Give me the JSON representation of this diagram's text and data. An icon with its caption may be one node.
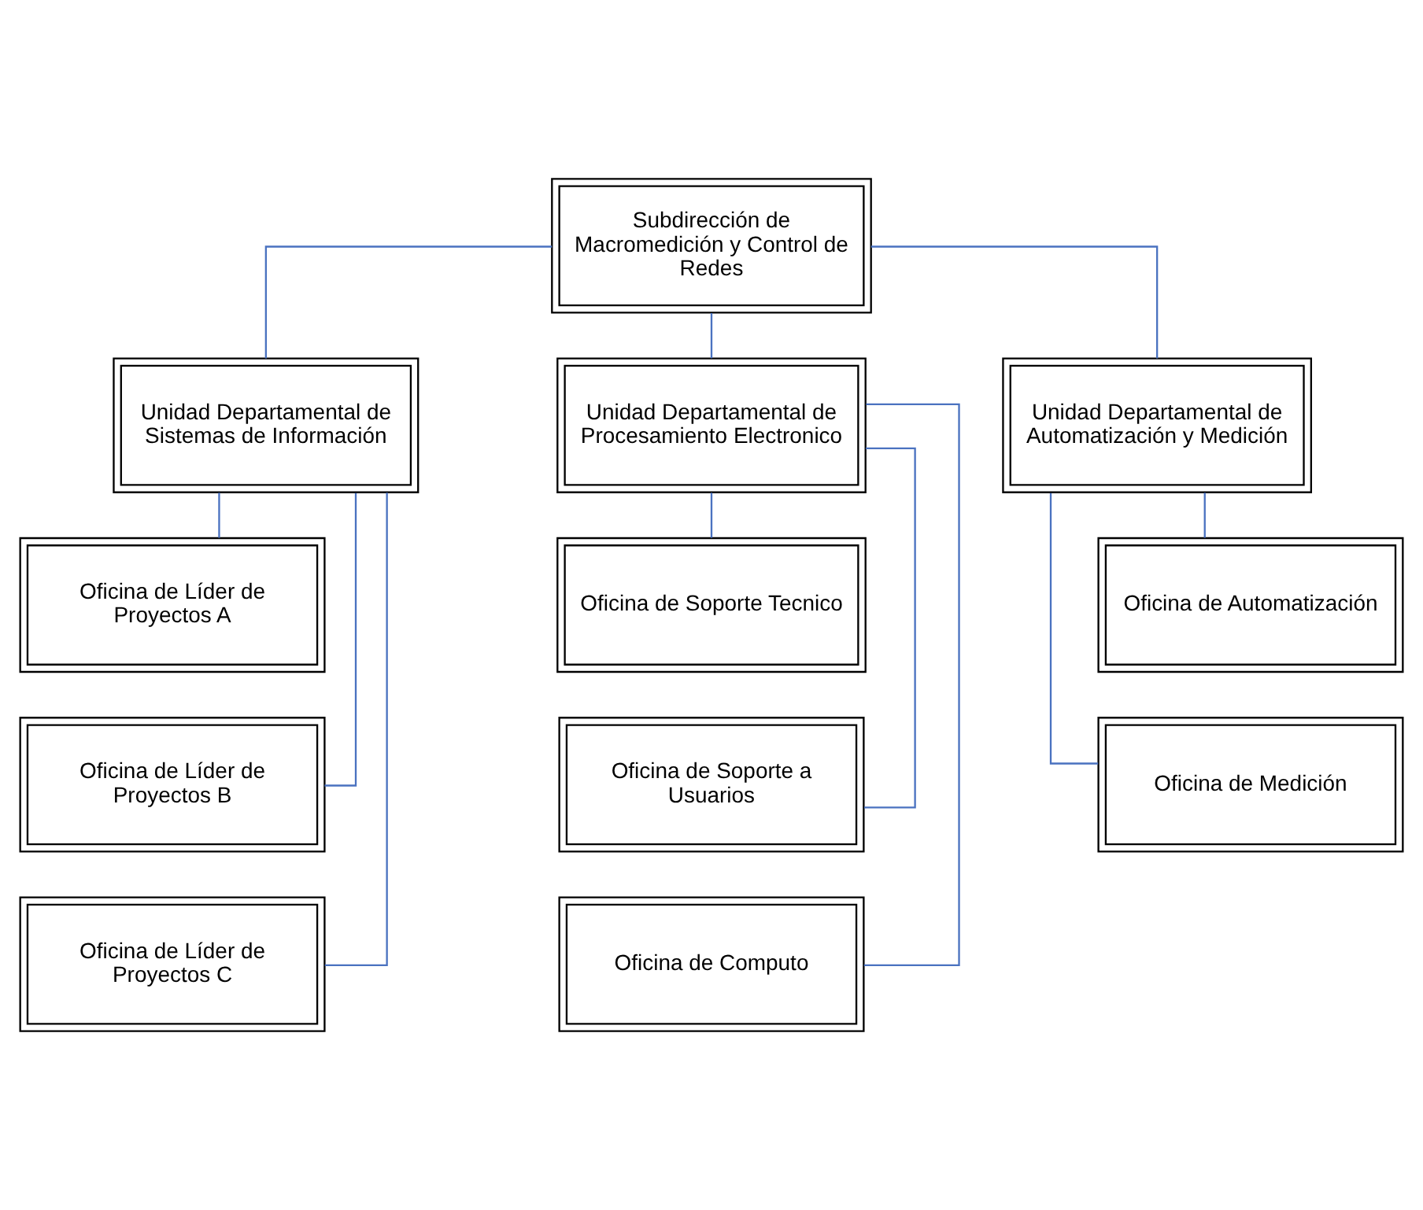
{
  "diagram": {
    "nodes": [
      {
        "text": [
          "Subdirección de Macromedición y Control de Redes"
        ]
      },
      {
        "text": [
          "Unidad Departamental de Sistemas de Información"
        ]
      },
      {
        "text": [
          "Unidad Departamental de Procesamiento Electronico"
        ]
      },
      {
        "text": [
          "Unidad Departamental de Automatización y Medición"
        ]
      },
      {
        "text": [
          "Oficina de Líder de Proyectos A"
        ]
      },
      {
        "text": [
          "Oficina de Líder de Proyectos B"
        ]
      },
      {
        "text": [
          "Oficina de Líder de Proyectos C"
        ]
      },
      {
        "text": [
          "Oficina de Soporte Tecnico"
        ]
      },
      {
        "text": [
          "Oficina de Soporte a Usuarios"
        ]
      },
      {
        "text": [
          "Oficina de Computo"
        ]
      },
      {
        "text": [
          "Oficina de Automatización"
        ]
      },
      {
        "text": [
          "Oficina de Medición"
        ]
      }
    ],
    "edges": [
      {
        "from": 0,
        "to": 1,
        "arrow": "none"
      },
      {
        "from": 0,
        "to": 2,
        "arrow": "none"
      },
      {
        "from": 0,
        "to": 3,
        "arrow": "none"
      },
      {
        "from": 1,
        "to": 4,
        "arrow": "none"
      },
      {
        "from": 1,
        "to": 5,
        "arrow": "none"
      },
      {
        "from": 1,
        "to": 6,
        "arrow": "none"
      },
      {
        "from": 2,
        "to": 7,
        "arrow": "none"
      },
      {
        "from": 2,
        "to": 8,
        "arrow": "none"
      },
      {
        "from": 2,
        "to": 9,
        "arrow": "none"
      },
      {
        "from": 3,
        "to": 10,
        "arrow": "none"
      },
      {
        "from": 3,
        "to": 11,
        "arrow": "none"
      }
    ]
  }
}
